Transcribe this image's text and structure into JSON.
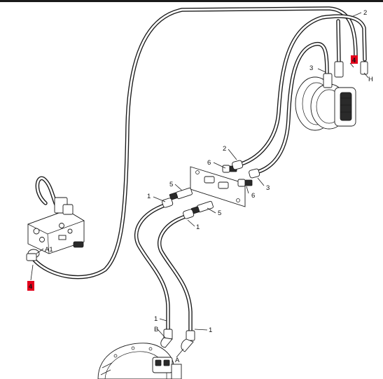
{
  "diagram": {
    "labels": {
      "num_1_a": "1",
      "num_1_b": "1",
      "num_1_c": "1",
      "num_1_d": "1",
      "num_2_top": "2",
      "num_2_mid": "2",
      "num_3_top": "3",
      "num_3_mid": "3",
      "num_5_a": "5",
      "num_5_b": "5",
      "num_6_a": "6",
      "num_6_b": "6",
      "letter_h": "H",
      "letter_a1": "A1",
      "letter_b": "B",
      "letter_a": "A"
    },
    "highlights": {
      "top_right": "4",
      "left": "4"
    },
    "colors": {
      "line": "#1a1a1a",
      "highlight": "#e3001b",
      "background": "#ffffff"
    }
  }
}
